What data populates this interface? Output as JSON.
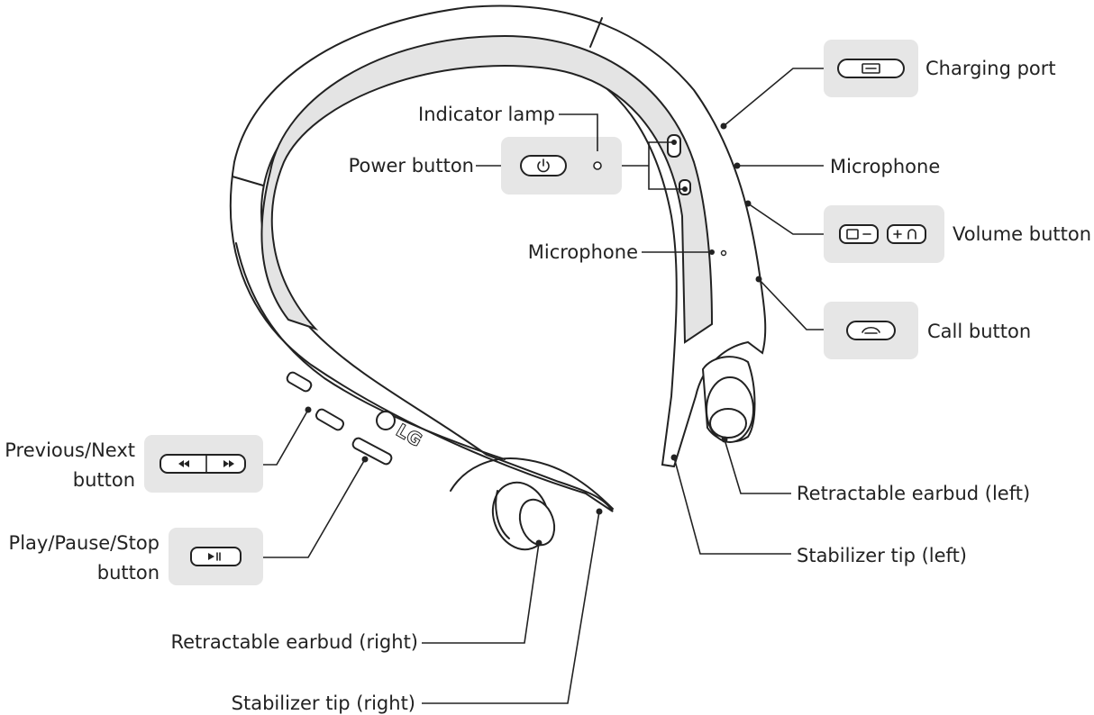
{
  "labels": {
    "indicator_lamp": "Indicator lamp",
    "power_button": "Power button",
    "microphone_center": "Microphone",
    "charging_port": "Charging port",
    "microphone_right": "Microphone",
    "volume_button": "Volume button",
    "call_button": "Call button",
    "prev_next_line1": "Previous/Next",
    "prev_next_line2": "button",
    "play_pause_line1": "Play/Pause/Stop",
    "play_pause_line2": "button",
    "earbud_right": "Retractable earbud (right)",
    "stabilizer_right": "Stabilizer tip (right)",
    "earbud_left": "Retractable earbud (left)",
    "stabilizer_left": "Stabilizer tip (left)"
  },
  "brand": "LG",
  "icons": [
    "power-icon",
    "usb-charge-icon",
    "volume-down-icon",
    "volume-up-icon",
    "call-icon",
    "rewind-icon",
    "fast-forward-icon",
    "play-pause-icon"
  ],
  "colors": {
    "callout_box": "#e6e6e6",
    "line": "#222222",
    "band": "#e4e4e4"
  }
}
